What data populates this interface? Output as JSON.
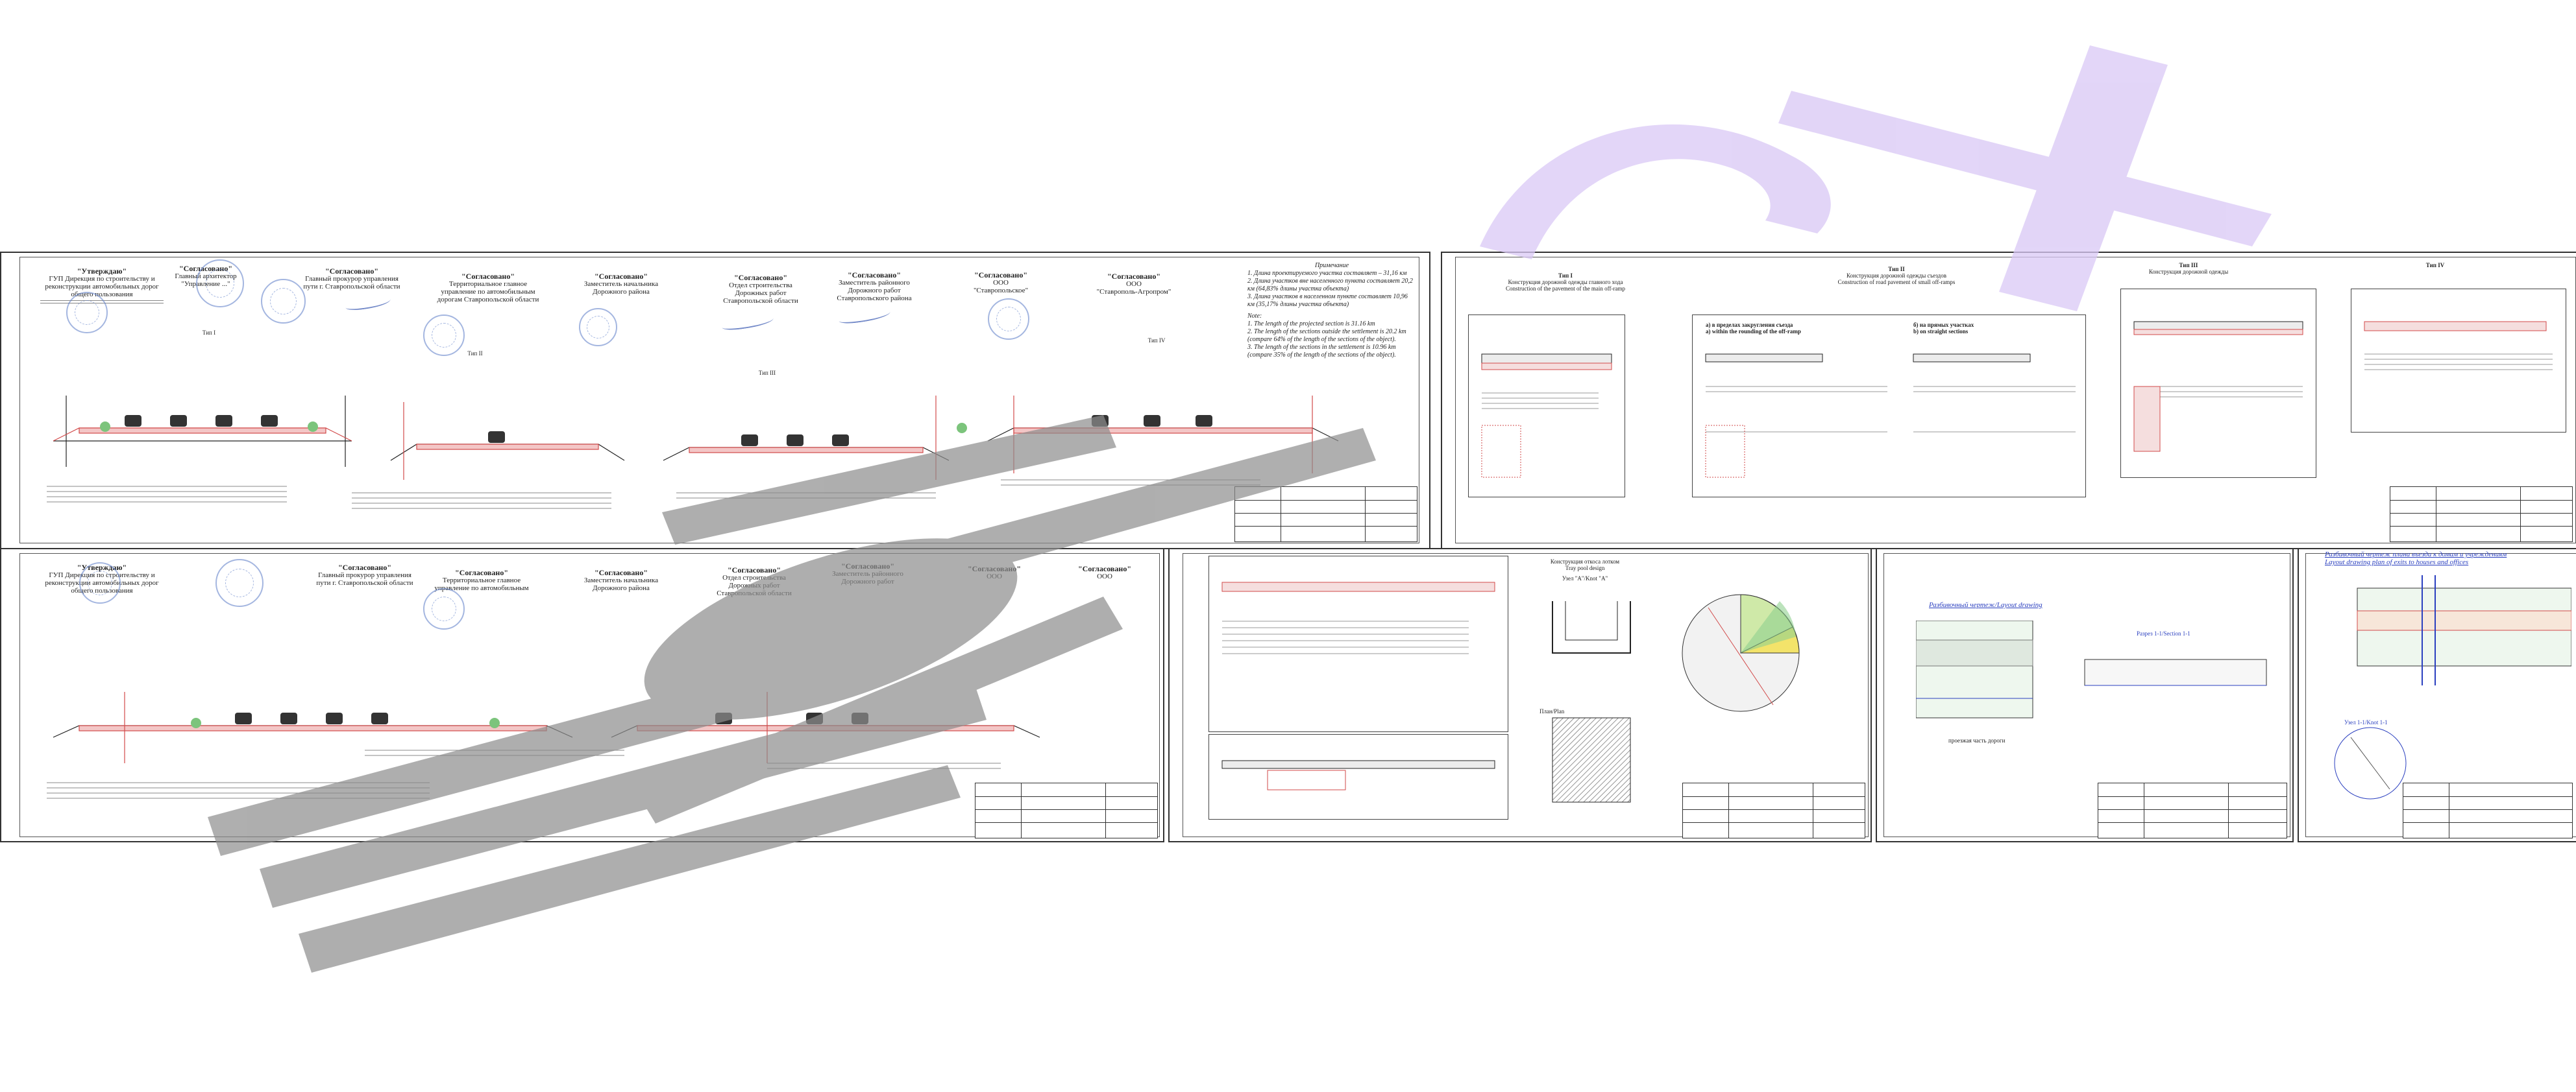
{
  "sheets": {
    "left_top": {
      "approvals": [
        {
          "head": "\"Утверждаю\"",
          "lines": [
            "ГУП Дирекция по строительству и",
            "реконструкции автомобильных дорог",
            "общего пользования"
          ]
        },
        {
          "head": "\"Согласовано\"",
          "lines": [
            "Главный архитектор",
            "\"Управление ...\""
          ]
        },
        {
          "head": "\"Согласовано\"",
          "lines": [
            "Главный прокурор управления",
            "пути г. Ставропольской области"
          ]
        },
        {
          "head": "\"Согласовано\"",
          "lines": [
            "Территориальное главное",
            "управление по автомобильным",
            "дорогам Ставропольской области"
          ]
        },
        {
          "head": "\"Согласовано\"",
          "lines": [
            "Заместитель начальника",
            "Дорожного района"
          ]
        },
        {
          "head": "\"Согласовано\"",
          "lines": [
            "Отдел строительства",
            "Дорожных работ",
            "Ставропольской области"
          ]
        },
        {
          "head": "\"Согласовано\"",
          "lines": [
            "Заместитель районного",
            "Дорожного работ",
            "Ставропольского района"
          ]
        },
        {
          "head": "\"Согласовано\"",
          "lines": [
            "ООО",
            "\"Ставропольское\""
          ]
        },
        {
          "head": "\"Согласовано\"",
          "lines": [
            "ООО",
            "\"Ставрополь-Агропром\""
          ]
        }
      ],
      "types": [
        "Тип I",
        "Тип II",
        "Тип III",
        "Тип IV"
      ],
      "notes_title": "Примечание",
      "notes_ru": [
        "1. Длина проектируемого участка составляет – 31,16 км",
        "2. Длина участков вне населенного пункта составляет 20,2 км (64,83% длины участка объекта)",
        "3. Длина участков в населенном пункте составляет 10,96 км (35,17% длины участка объекта)"
      ],
      "notes_en_title": "Note:",
      "notes_en": [
        "1. The length of the projected section is 31.16 km",
        "2. The length of the sections outside the settlement is 20.2 km (compare 64% of the length of the sections of the object).",
        "3. The length of the sections in the settlement is 10.96 km (compare 35% of the length of the sections of the object)."
      ]
    },
    "right_top": {
      "type1_title": "Тип I",
      "type1_sub": "Конструкция дорожной одежды главного хода",
      "type1_en": "Construction of the pavement of the main off-ramp",
      "type2_title": "Тип II",
      "type2_sub": "Конструкция дорожной одежды съездов",
      "type2_en": "Construction of road pavement of small off-ramps",
      "section_a": "а) в пределах закругления съезда",
      "section_a_en": "a) within the rounding of the off-ramp",
      "section_b": "б) на прямых участках",
      "section_b_en": "b) on straight sections",
      "type3_title": "Тип III",
      "type3_sub": "Конструкция дорожной одежды",
      "type4_title": "Тип IV"
    },
    "bottom_right_1": {
      "title": "Конструкция откоса лотком",
      "title_en": "Tray pool design",
      "node_label": "Узел \"А\"/Knot \"A\"",
      "plan_label": "План/Plan"
    },
    "bottom_right_2": {
      "title": "Разбивочный чертеж/Layout drawing",
      "section": "Разрез 1-1/Section 1-1",
      "road_label": "проезжая часть дороги"
    },
    "bottom_right_3": {
      "title": "Разбивочный чертеж плана въезда к домам и учреждениям",
      "title_en": "Layout drawing plan of exits to houses and offices",
      "node": "Узел 1-1/Knot 1-1"
    }
  },
  "colors": {
    "watermark_purple": "#d9c8f5",
    "watermark_gray": "#9b9b9b",
    "stamp_blue": "#5b7cc7",
    "road_red": "#d24a4a",
    "title_blue": "#2a3fbf"
  }
}
